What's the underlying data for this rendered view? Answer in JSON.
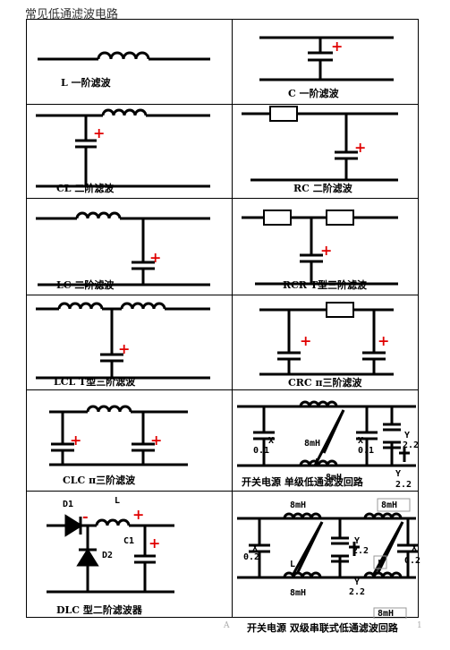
{
  "page_title": "常见低通滤波电路",
  "cells": {
    "l": "L   一阶滤波",
    "c": "C   一阶滤波",
    "cl": "CL   二阶滤波",
    "rc": "RC   二阶滤波",
    "lc": "LC   二阶滤波",
    "rcr": "RCR   T型三阶滤波",
    "lcl": "LCL   T型三阶滤波",
    "crc": "CRC π三阶滤波",
    "clc": "CLC π三阶滤波",
    "smps1": "开关电源  单级低通滤波回路",
    "dlc": "DLC   型二阶滤波器",
    "smps2": "开关电源  双级串联式低通滤波回路"
  },
  "labels": {
    "plus": "+",
    "minus": "-",
    "x": "X",
    "x_val": "0.1",
    "x_val2": "0.2",
    "y": "Y",
    "y_val": "2.2",
    "mh": "8mH",
    "l": "L",
    "d1": "D1",
    "d2": "D2",
    "c1": "C1"
  },
  "footer": {
    "left": "A",
    "right": "1"
  }
}
